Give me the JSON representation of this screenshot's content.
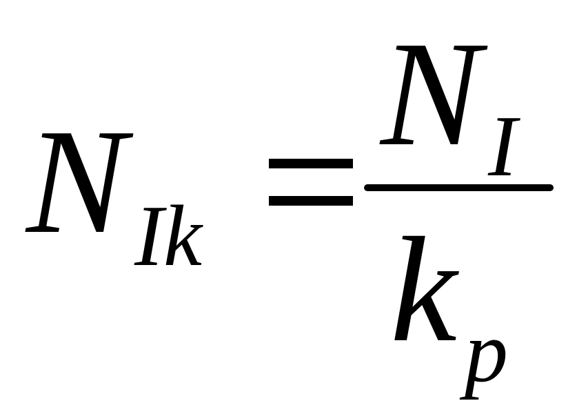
{
  "formula": {
    "lhs": {
      "base": "N",
      "subscript": "Ik"
    },
    "operator": "=",
    "rhs": {
      "numerator": {
        "base": "N",
        "subscript": "I"
      },
      "denominator": {
        "base": "k",
        "subscript": "p"
      }
    }
  }
}
